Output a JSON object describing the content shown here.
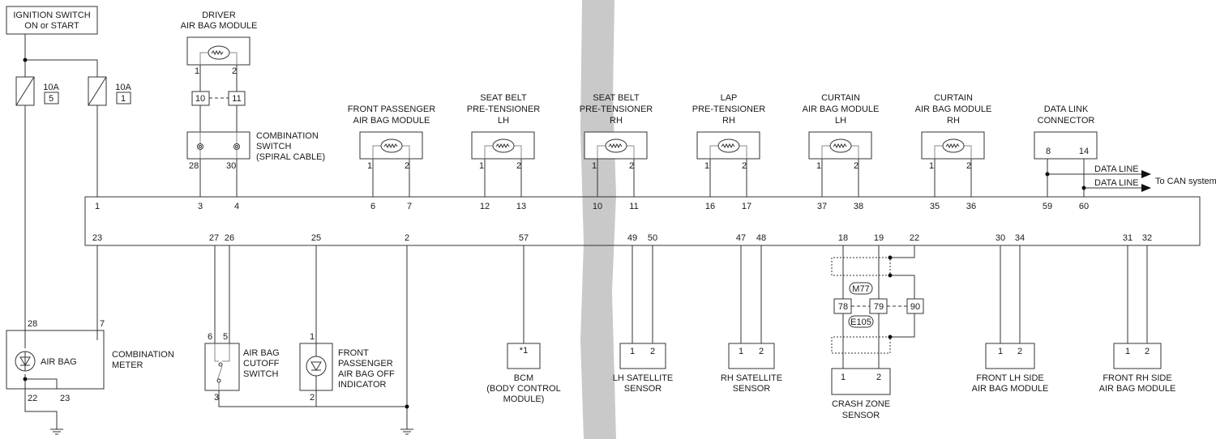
{
  "ignition": {
    "line1": "IGNITION SWITCH",
    "line2": "ON or START"
  },
  "fuses": [
    {
      "rating": "10A",
      "number": "5"
    },
    {
      "rating": "10A",
      "number": "1"
    }
  ],
  "driver_airbag": {
    "line1": "DRIVER",
    "line2": "AIR BAG MODULE",
    "pins": [
      "1",
      "2"
    ],
    "connector_pins": [
      "10",
      "11"
    ]
  },
  "combination_switch": {
    "line1": "COMBINATION",
    "line2": "SWITCH",
    "line3": "(SPIRAL CABLE)",
    "pins": [
      "28",
      "30"
    ]
  },
  "front_passenger_airbag": {
    "line1": "FRONT PASSENGER",
    "line2": "AIR BAG MODULE",
    "pins": [
      "1",
      "2"
    ]
  },
  "seat_belt_lh": {
    "line1": "SEAT BELT",
    "line2": "PRE-TENSIONER",
    "line3": "LH",
    "pins": [
      "1",
      "2"
    ]
  },
  "seat_belt_rh": {
    "line1": "SEAT BELT",
    "line2": "PRE-TENSIONER",
    "line3": "RH",
    "pins": [
      "1",
      "2"
    ]
  },
  "lap_rh": {
    "line1": "LAP",
    "line2": "PRE-TENSIONER",
    "line3": "RH",
    "pins": [
      "1",
      "2"
    ]
  },
  "curtain_lh": {
    "line1": "CURTAIN",
    "line2": "AIR BAG MODULE",
    "line3": "LH",
    "pins": [
      "1",
      "2"
    ]
  },
  "curtain_rh": {
    "line1": "CURTAIN",
    "line2": "AIR BAG MODULE",
    "line3": "RH",
    "pins": [
      "1",
      "2"
    ]
  },
  "data_link": {
    "line1": "DATA LINK",
    "line2": "CONNECTOR",
    "pins": [
      "8",
      "14"
    ],
    "line_label": "DATA LINE",
    "destination": "To CAN system"
  },
  "control_unit": {
    "top_pins": [
      "1",
      "3",
      "4",
      "6",
      "7",
      "12",
      "13",
      "10",
      "11",
      "16",
      "17",
      "37",
      "38",
      "35",
      "36",
      "59",
      "60"
    ],
    "bottom_pins": [
      "23",
      "27",
      "26",
      "25",
      "2",
      "57",
      "49",
      "50",
      "47",
      "48",
      "18",
      "19",
      "22",
      "30",
      "34",
      "31",
      "32"
    ]
  },
  "combination_meter": {
    "line1": "COMBINATION",
    "line2": "METER",
    "indicator": "AIR BAG",
    "pins": [
      "28",
      "7",
      "22",
      "23"
    ]
  },
  "cutoff_switch": {
    "line1": "AIR BAG",
    "line2": "CUTOFF",
    "line3": "SWITCH",
    "pins": [
      "6",
      "5",
      "3"
    ]
  },
  "off_indicator": {
    "line1": "FRONT",
    "line2": "PASSENGER",
    "line3": "AIR BAG OFF",
    "line4": "INDICATOR",
    "pins": [
      "1",
      "2"
    ]
  },
  "bcm": {
    "mark": "*1",
    "line1": "BCM",
    "line2": "(BODY CONTROL",
    "line3": "MODULE)"
  },
  "lh_satellite": {
    "line1": "LH SATELLITE",
    "line2": "SENSOR",
    "pins": [
      "1",
      "2"
    ]
  },
  "rh_satellite": {
    "line1": "RH SATELLITE",
    "line2": "SENSOR",
    "pins": [
      "1",
      "2"
    ]
  },
  "crash_zone": {
    "line1": "CRASH ZONE",
    "line2": "SENSOR",
    "pins": [
      "1",
      "2"
    ],
    "connectors": [
      "M77",
      "E105"
    ],
    "junction_pins": [
      "78",
      "79",
      "90"
    ]
  },
  "front_lh_side": {
    "line1": "FRONT LH SIDE",
    "line2": "AIR BAG MODULE",
    "pins": [
      "1",
      "2"
    ]
  },
  "front_rh_side": {
    "line1": "FRONT RH SIDE",
    "line2": "AIR BAG MODULE",
    "pins": [
      "1",
      "2"
    ]
  }
}
